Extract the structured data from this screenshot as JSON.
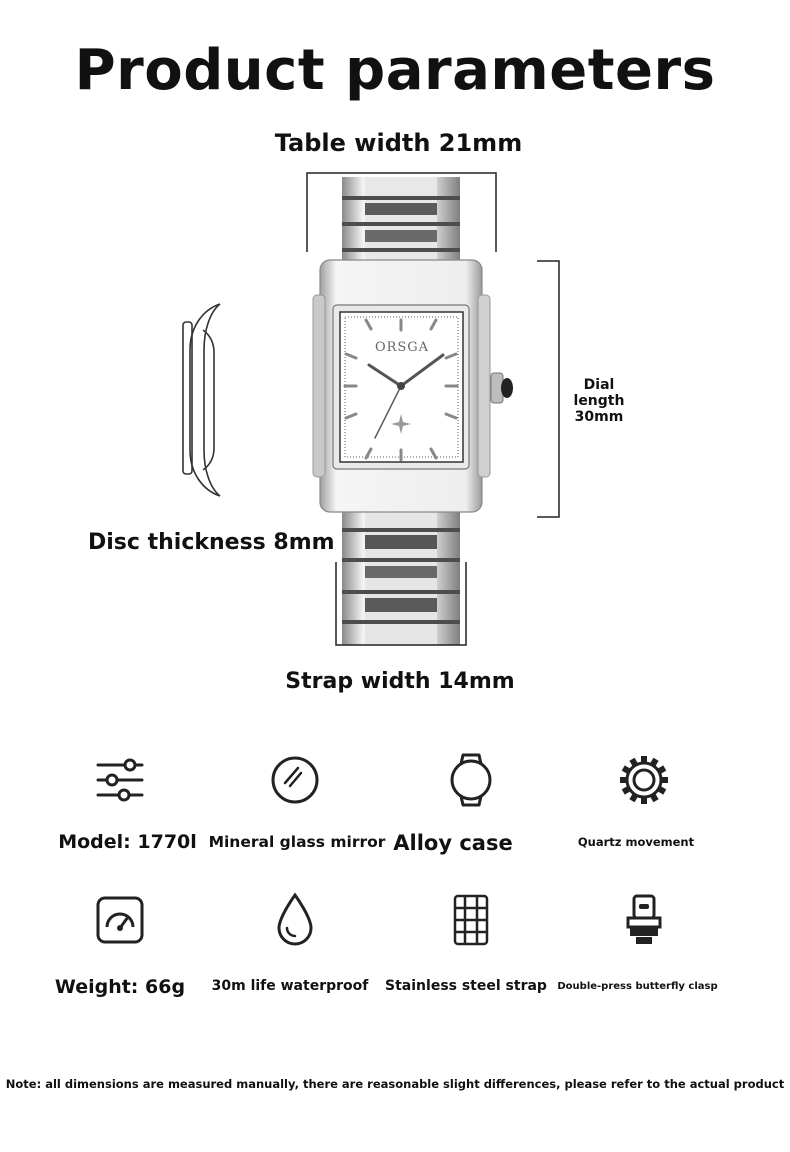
{
  "title": "Product parameters",
  "dimensions": {
    "table_width": "Table width 21mm",
    "dial_length": [
      "Dial",
      "length",
      "30mm"
    ],
    "disc_thickness": "Disc thickness 8mm",
    "strap_width": "Strap width 14mm"
  },
  "watch": {
    "brand": "ORSGA"
  },
  "features": [
    {
      "icon": "sliders-icon",
      "label": "Model: 1770l"
    },
    {
      "icon": "glass-icon",
      "label": "Mineral glass mirror"
    },
    {
      "icon": "watch-case-icon",
      "label": "Alloy case"
    },
    {
      "icon": "gear-icon",
      "label": "Quartz movement"
    },
    {
      "icon": "gauge-icon",
      "label": "Weight: 66g"
    },
    {
      "icon": "water-drop-icon",
      "label": "30m life waterproof"
    },
    {
      "icon": "steel-strap-icon",
      "label": "Stainless steel strap"
    },
    {
      "icon": "clasp-icon",
      "label": "Double-press butterfly clasp"
    }
  ],
  "note": "Note: all dimensions are measured manually, there are reasonable slight differences, please refer to the actual product"
}
